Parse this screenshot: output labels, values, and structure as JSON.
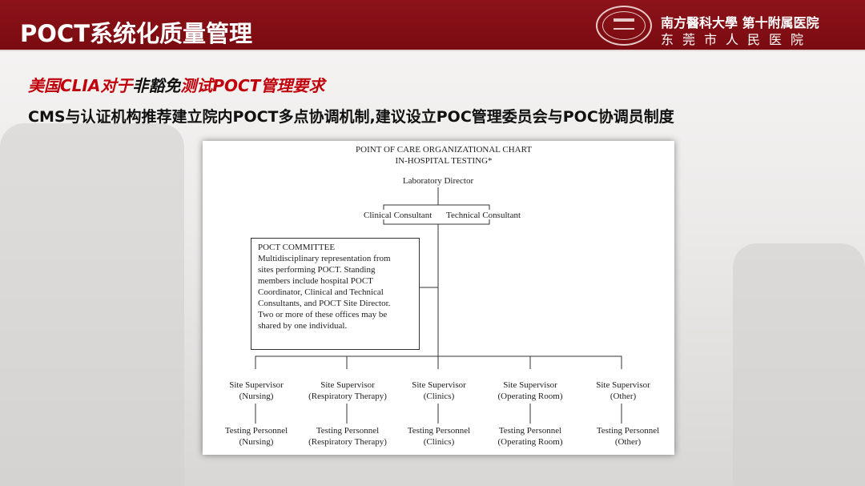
{
  "header": {
    "title": "POCT系统化质量管理",
    "hospital_line1": "南方醫科大學 第十附属医院",
    "hospital_line2": "东莞市人民医院"
  },
  "subtitle": {
    "part1": "美国CLIA对于",
    "part2": "非豁免",
    "part3": "测试POCT管理要求"
  },
  "statement": "CMS与认证机构推荐建立院内POCT多点协调机制,建议设立POC管理委员会与POC协调员制度",
  "org_chart": {
    "title1": "POINT OF CARE ORGANIZATIONAL CHART",
    "title2": "IN-HOSPITAL TESTING*",
    "director": "Laboratory Director",
    "clinical": "Clinical Consultant",
    "technical": "Technical Consultant",
    "committee": {
      "title": "POCT COMMITTEE",
      "lines": [
        "Multidisciplinary representation from",
        "sites performing POCT. Standing",
        "members include hospital POCT",
        "Coordinator, Clinical and Technical",
        "Consultants, and POCT Site Director.",
        "Two or more of these offices may be",
        "shared by one individual."
      ]
    },
    "sites": [
      {
        "sup": "Site Supervisor",
        "area": "(Nursing)",
        "per": "Testing Personnel"
      },
      {
        "sup": "Site Supervisor",
        "area": "(Respiratory Therapy)",
        "per": "Testing Personnel"
      },
      {
        "sup": "Site Supervisor",
        "area": "(Clinics)",
        "per": "Testing Personnel"
      },
      {
        "sup": "Site Supervisor",
        "area": "(Operating Room)",
        "per": "Testing Personnel"
      },
      {
        "sup": "Site Supervisor",
        "area": "(Other)",
        "per": "Testing Personnel"
      }
    ]
  }
}
